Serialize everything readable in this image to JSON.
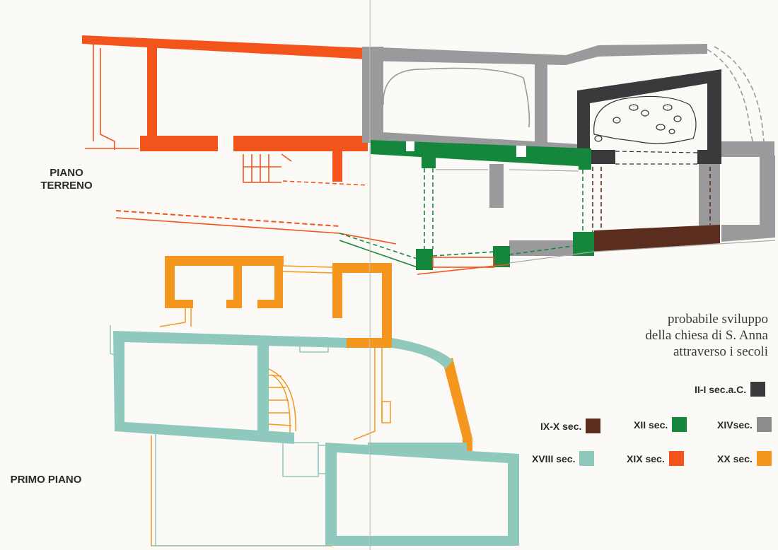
{
  "floors": {
    "ground": "PIANO\nTERRENO",
    "first": "PRIMO PIANO"
  },
  "caption": {
    "line1": "probabile sviluppo",
    "line2": "della chiesa di S. Anna",
    "line3": "attraverso i secoli"
  },
  "legend": [
    {
      "key": "ii-i-sec-ac",
      "label": "II-I sec.a.C.",
      "color": "#3a3a3c"
    },
    {
      "key": "ix-x-sec",
      "label": "IX-X sec.",
      "color": "#5a2d1e"
    },
    {
      "key": "xii-sec",
      "label": "XII sec.",
      "color": "#14873c"
    },
    {
      "key": "xiv-sec",
      "label": "XIVsec.",
      "color": "#8c8c8e"
    },
    {
      "key": "xviii-sec",
      "label": "XVIII sec.",
      "color": "#8fc8bd"
    },
    {
      "key": "xix-sec",
      "label": "XIX sec.",
      "color": "#f2541b"
    },
    {
      "key": "xx-sec",
      "label": "XX sec.",
      "color": "#f5961e"
    }
  ]
}
